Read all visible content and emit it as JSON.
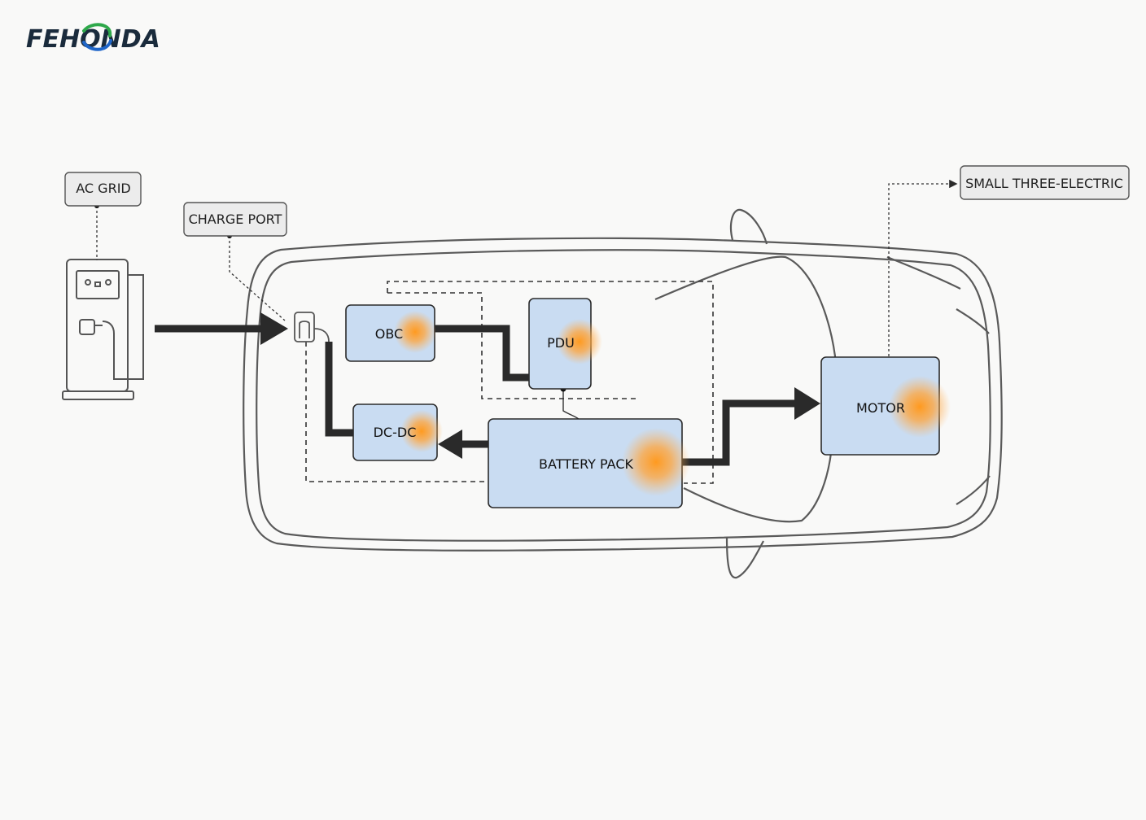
{
  "brand": {
    "logo_text": "FEHONDA",
    "colors": {
      "text": "#1a2b3c",
      "swoosh_green": "#2ea84a",
      "swoosh_blue": "#1f66c9"
    }
  },
  "colors": {
    "background": "#f9f9f8",
    "component_fill": "#c9dcf2",
    "component_stroke": "#2b2b2b",
    "hotspot": "#ff9a1f",
    "label_fill": "#ececec",
    "power_line": "#2a2a2a",
    "car_outline": "#555555"
  },
  "labels": {
    "ac_grid": "AC GRID",
    "charge_port": "CHARGE PORT",
    "small_three_electric": "SMALL THREE-ELECTRIC"
  },
  "components": {
    "obc": "OBC",
    "pdu": "PDU",
    "dcdc": "DC-DC",
    "battery": "BATTERY PACK",
    "motor": "MOTOR"
  },
  "icons": {
    "charger": "charging-station-icon",
    "charge_port": "charge-port-socket-icon",
    "car": "car-top-view-outline"
  }
}
